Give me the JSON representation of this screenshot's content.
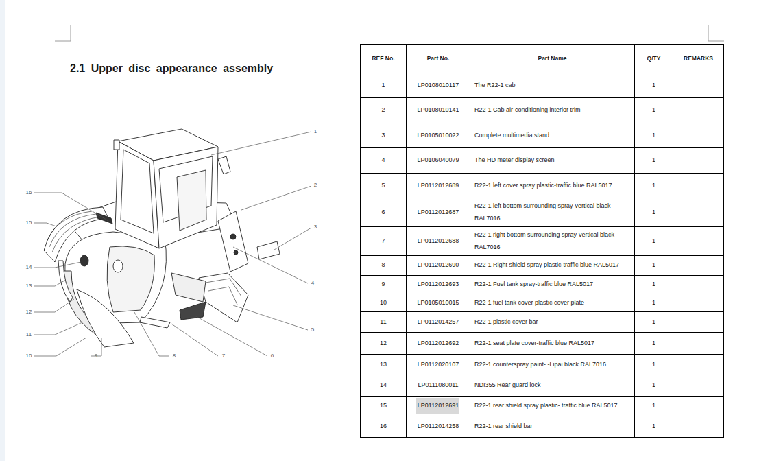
{
  "diagram": {
    "title": "2.1 Upper disc appearance assembly",
    "labels": [
      "1",
      "2",
      "3",
      "4",
      "5",
      "6",
      "7",
      "8",
      "9",
      "10",
      "11",
      "12",
      "13",
      "14",
      "15",
      "16",
      "REF No.",
      "Part No.",
      "Part Name",
      "Q/TY",
      "REMARKS",
      "1",
      "LP0108010117",
      "The R22-1 cab",
      "1",
      "2",
      "LP0108010141",
      "R22-1 Cab air-conditioning interior trim",
      "1",
      "3",
      "LP0105010022",
      "Complete multimedia stand",
      "1",
      "4",
      "LP0106040079",
      "The HD meter display screen",
      "1",
      "5",
      "LP0112012689",
      "R22-1 left cover spray plastic-traffic blue RAL5017",
      "1",
      "6",
      "LP0112012687",
      "R22-1 left bottom surrounding spray-vertical black RAL7016",
      "1",
      "7",
      "LP0112012688",
      "R22-1 right bottom surrounding spray-vertical black RAL7016",
      "1",
      "8",
      "LP0112012690",
      "R22-1 Right shield spray plastic-traffic blue RAL5017",
      "1",
      "9",
      "LP0112012693",
      "R22-1 Fuel tank spray-traffic blue RAL5017",
      "1",
      "10",
      "LP0105010015",
      "R22-1 fuel tank cover plastic cover plate",
      "1",
      "11",
      "LP0112014257",
      "R22-1 plastic cover bar",
      "1",
      "12",
      "LP0112012692",
      "R22-1 seat plate cover-traffic blue RAL5017",
      "1",
      "13",
      "LP0112020107",
      "R22-1 counterspray paint- -Lipai black RAL7016",
      "1",
      "14",
      "LP0111080011",
      "NDI355 Rear guard lock",
      "1",
      "15",
      "LP0112012691",
      "R22-1 rear shield spray plastic- traffic blue RAL5017",
      "1",
      "16",
      "LP0112014258",
      "R22-1 rear shield bar",
      "1"
    ]
  }
}
